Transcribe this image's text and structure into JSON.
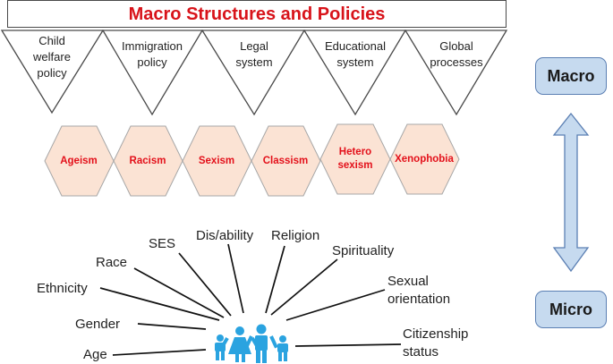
{
  "title": "Macro Structures and Policies",
  "structures": [
    {
      "label_lines": [
        "Child",
        "welfare",
        "policy"
      ]
    },
    {
      "label_lines": [
        "Immigration",
        "policy"
      ]
    },
    {
      "label_lines": [
        "Legal",
        "system"
      ]
    },
    {
      "label_lines": [
        "Educational",
        "system"
      ]
    },
    {
      "label_lines": [
        "Global",
        "processes"
      ]
    }
  ],
  "isms": [
    {
      "label_lines": [
        "Ageism"
      ]
    },
    {
      "label_lines": [
        "Racism"
      ]
    },
    {
      "label_lines": [
        "Sexism"
      ]
    },
    {
      "label_lines": [
        "Classism"
      ]
    },
    {
      "label_lines": [
        "Hetero",
        "sexism"
      ]
    },
    {
      "label_lines": [
        "Xenophobia"
      ]
    }
  ],
  "scale": {
    "macro": "Macro",
    "micro": "Micro"
  },
  "identities": {
    "ses": "SES",
    "disability": "Dis/ability",
    "religion": "Religion",
    "race": "Race",
    "spirituality": "Spirituality",
    "ethnicity": "Ethnicity",
    "sexual_orientation": [
      "Sexual",
      "orientation"
    ],
    "gender": "Gender",
    "citizenship": [
      "Citizenship",
      "status"
    ],
    "age": "Age"
  },
  "colors": {
    "title": "#d8131a",
    "hexagon_fill": "#fbe3d4",
    "hexagon_text": "#e3101a",
    "scale_box": "#c6daef",
    "arrow": "#c6daef",
    "family": "#2aa3e0"
  },
  "icons": {
    "family": "family-icon",
    "arrow": "double-arrow-icon"
  }
}
